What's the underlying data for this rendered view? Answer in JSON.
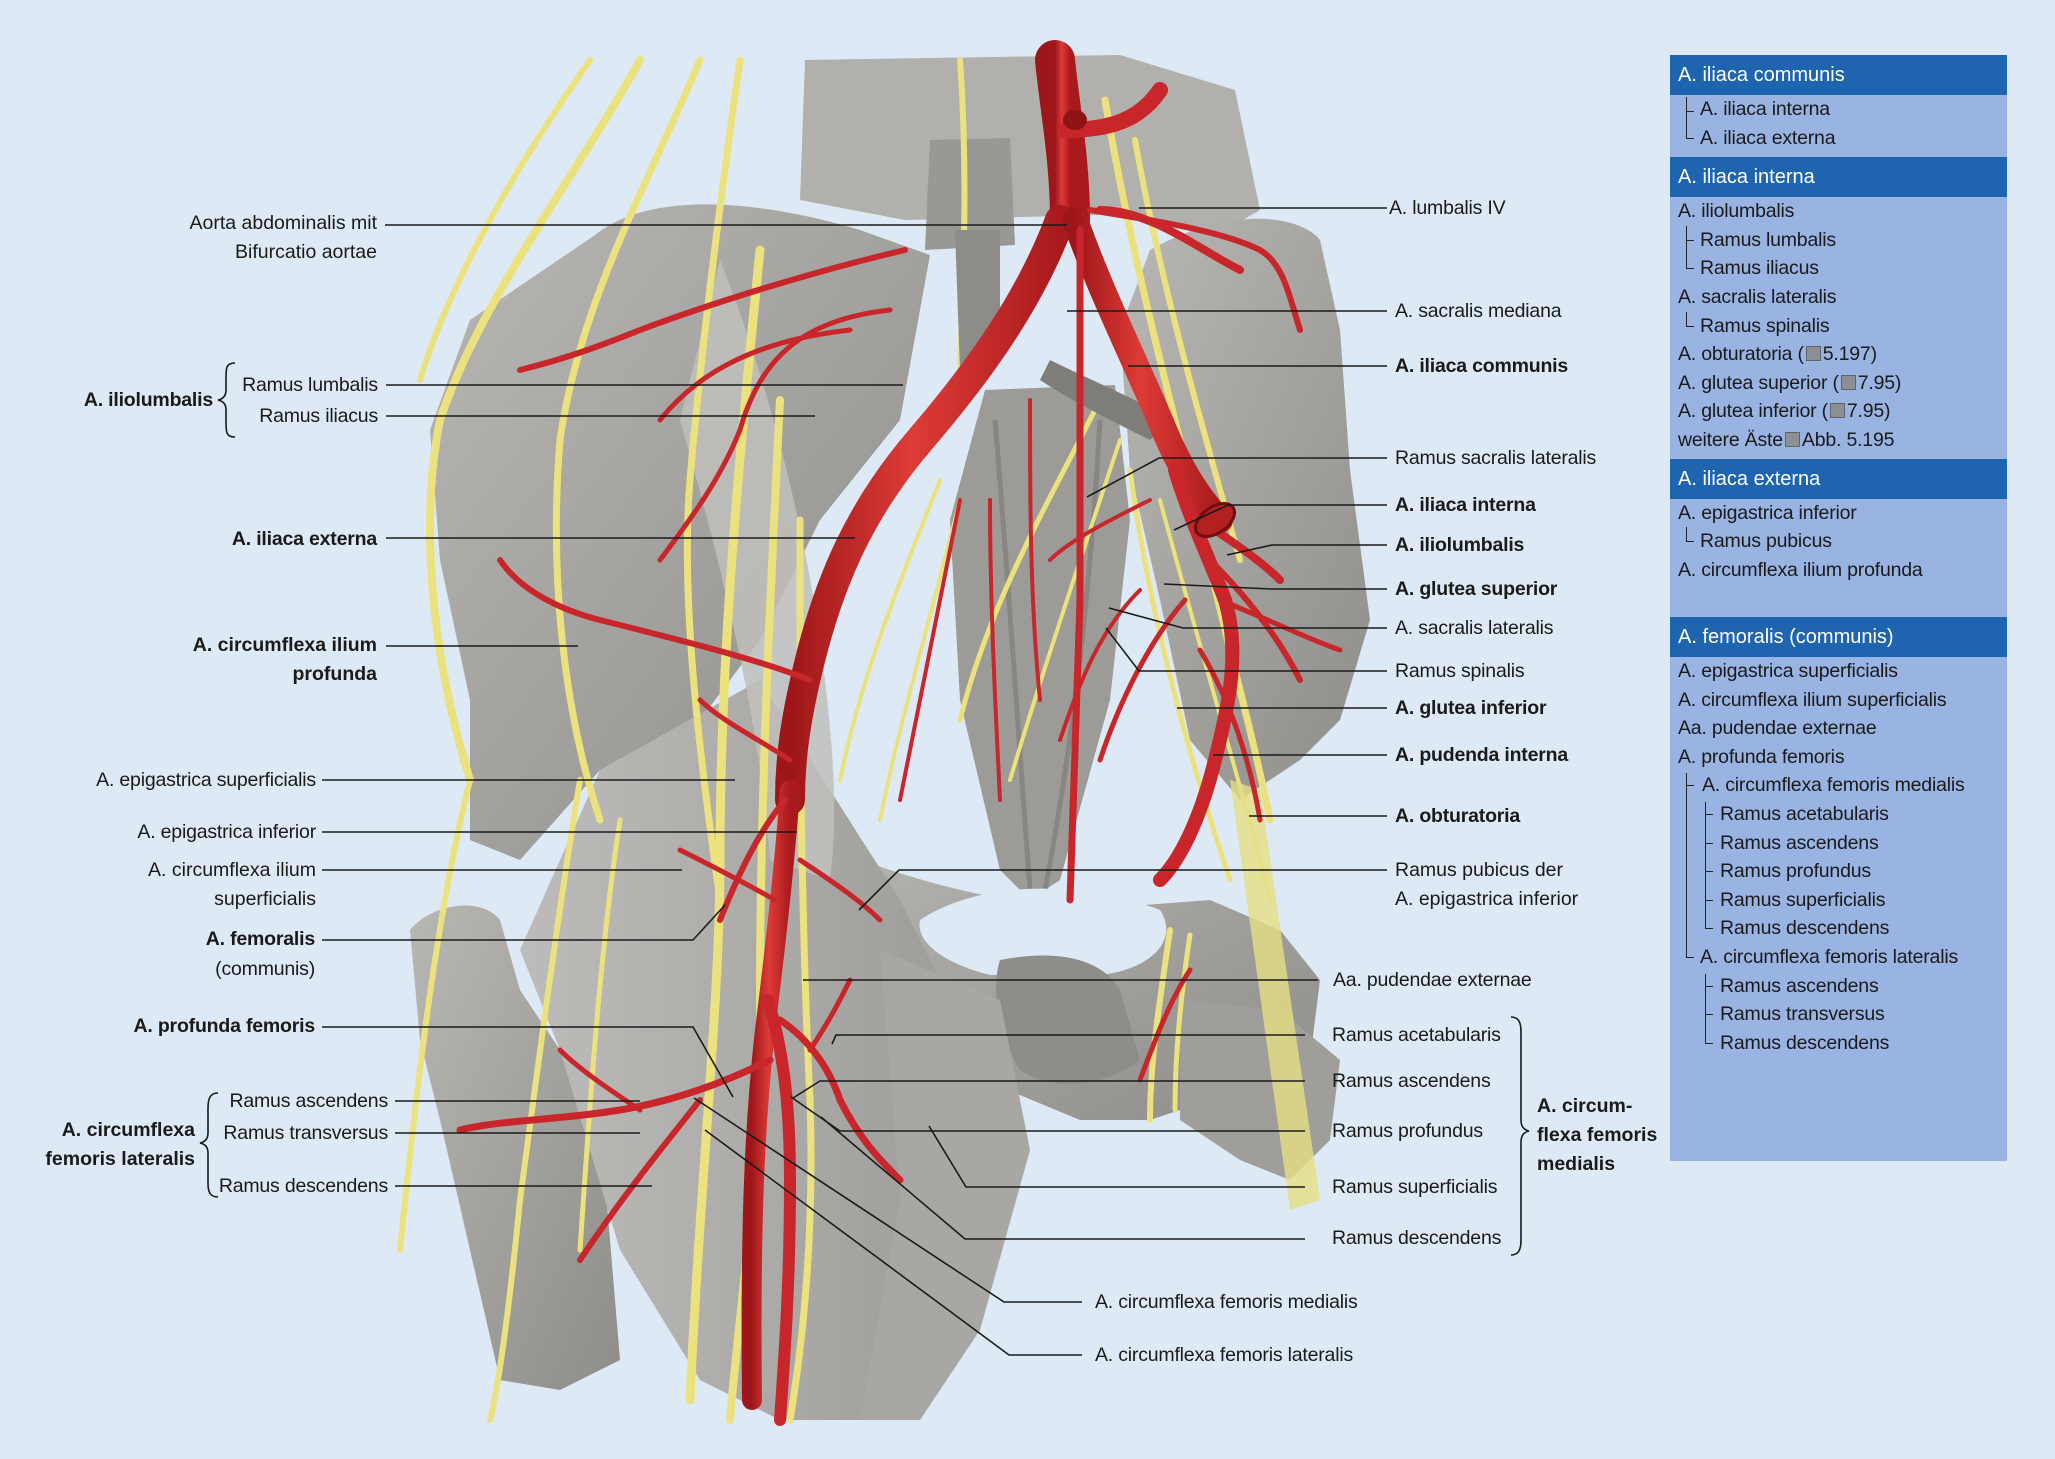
{
  "labels": {
    "aorta": [
      "Aorta abdominalis mit",
      "Bifurcatio aortae"
    ],
    "iliolumbalis_left": "A. iliolumbalis",
    "ramus_lumbalis": "Ramus lumbalis",
    "ramus_iliacus": "Ramus iliacus",
    "iliaca_externa": "A. iliaca externa",
    "circumflexa_ilium_profunda": [
      "A. circumflexa ilium",
      "profunda"
    ],
    "epigastrica_superficialis": "A. epigastrica superficialis",
    "epigastrica_inferior": "A. epigastrica inferior",
    "circumflexa_ilium_superficialis": [
      "A. circumflexa ilium",
      "superficialis"
    ],
    "femoralis_name": "A. femoralis",
    "femoralis_sub": "(communis)",
    "profunda_femoris": "A. profunda femoris",
    "cfl_group": [
      "A. circumflexa",
      "femoris lateralis"
    ],
    "cfl_ascendens": "Ramus ascendens",
    "cfl_transversus": "Ramus transversus",
    "cfl_descendens": "Ramus descendens",
    "lumbalis_iv": "A. lumbalis IV",
    "sacralis_mediana": "A. sacralis mediana",
    "iliaca_communis": "A. iliaca communis",
    "ramus_sacralis_lateralis": "Ramus sacralis lateralis",
    "iliaca_interna": "A. iliaca interna",
    "iliolumbalis_right": "A. iliolumbalis",
    "glutea_superior": "A. glutea superior",
    "sacralis_lateralis": "A. sacralis lateralis",
    "ramus_spinalis": "Ramus spinalis",
    "glutea_inferior": "A. glutea inferior",
    "pudenda_interna": "A. pudenda interna",
    "obturatoria": "A. obturatoria",
    "ramus_pubicus": [
      "Ramus pubicus der",
      "A. epigastrica inferior"
    ],
    "pudendae_externae": "Aa. pudendae externae",
    "cfm_acetabularis": "Ramus acetabularis",
    "cfm_ascendens": "Ramus ascendens",
    "cfm_profundus": "Ramus profundus",
    "cfm_superficialis": "Ramus superficialis",
    "cfm_descendens": "Ramus descendens",
    "cfm_group": [
      "A. circum-",
      "flexa femoris",
      "medialis"
    ],
    "bottom_cfm": "A. circumflexa femoris medialis",
    "bottom_cfl": "A. circumflexa femoris lateralis"
  },
  "panels": {
    "communis": {
      "title": "A. iliaca communis",
      "rows": [
        "A. iliaca interna",
        "A. iliaca externa"
      ]
    },
    "interna": {
      "title": "A. iliaca interna",
      "rows": [
        "A. iliolumbalis",
        "Ramus lumbalis",
        "Ramus iliacus",
        "A. sacralis lateralis",
        "Ramus spinalis",
        "A. obturatoria (",
        "5.197)",
        "A. glutea superior (",
        "7.95)",
        "A. glutea inferior (",
        "7.95)",
        "weitere Äste",
        "Abb. 5.195"
      ]
    },
    "externa": {
      "title": "A. iliaca externa",
      "rows": [
        "A. epigastrica inferior",
        "Ramus pubicus",
        "A. circumflexa ilium profunda"
      ]
    },
    "femoralis": {
      "title": "A. femoralis (communis)",
      "rows": [
        "A. epigastrica superficialis",
        "A. circumflexa ilium superficialis",
        "Aa. pudendae externae",
        "A. profunda femoris",
        "A. circumflexa femoris medialis",
        "Ramus acetabularis",
        "Ramus ascendens",
        "Ramus profundus",
        "Ramus superficialis",
        "Ramus descendens",
        "A. circumflexa femoris lateralis",
        "Ramus ascendens",
        "Ramus transversus",
        "Ramus descendens"
      ]
    }
  },
  "colors": {
    "background": "#dde9f4",
    "artery": "#c8262a",
    "nerve": "#ebe27e",
    "bone": "#a8a6a2",
    "panel": "#99b3e3",
    "panel_header": "#1e64ae"
  }
}
